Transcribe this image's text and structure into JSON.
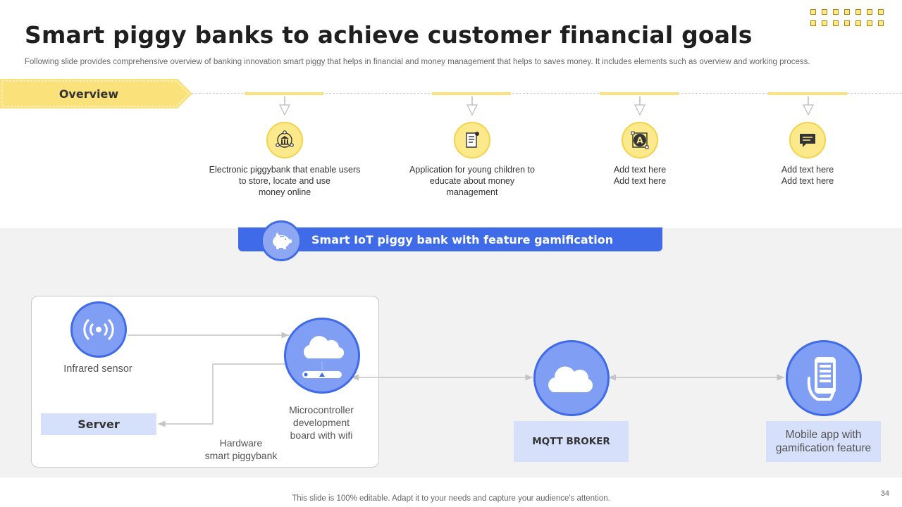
{
  "header": {
    "title": "Smart piggy banks to achieve customer financial goals",
    "subtitle": "Following slide provides comprehensive overview of banking innovation smart piggy that helps in financial and money management that helps to saves money. It includes elements such as overview and working process."
  },
  "overview": {
    "label": "Overview",
    "items": [
      {
        "icon": "bank-network-icon",
        "text": "Electronic piggybank that enable users to store, locate and use money online",
        "lines": [
          "Electronic piggybank that enable users",
          "to store, locate and use",
          "money online"
        ]
      },
      {
        "icon": "document-checklist-icon",
        "text": "Application for young children to educate about money management",
        "lines": [
          "Application for young children to",
          "educate about money",
          "management"
        ]
      },
      {
        "icon": "font-tool-icon",
        "text": "Add text here Add text here",
        "lines": [
          "Add text here",
          "Add text here"
        ]
      },
      {
        "icon": "chat-bubble-icon",
        "text": "Add text here Add text here",
        "lines": [
          "Add text here",
          "Add text here"
        ]
      }
    ]
  },
  "iot": {
    "title": "Smart IoT piggy bank with feature gamification",
    "title_icon": "piggy-bank-icon",
    "infrared_sensor": "Infrared sensor",
    "server": "Server",
    "microcontroller": [
      "Microcontroller",
      "development",
      "board with wifi"
    ],
    "hardware": [
      "Hardware",
      "smart piggybank"
    ],
    "mqtt": "MQTT BROKER",
    "mobile": [
      "Mobile app with",
      "gamification feature"
    ]
  },
  "footer": {
    "note": "This slide is 100% editable. Adapt it to your needs and capture your audience's attention.",
    "page_number": "34"
  },
  "colors": {
    "accent_yellow": "#fbe17a",
    "accent_blue": "#3f6ae8",
    "light_blue": "#7f9ef4",
    "pill_blue": "#d6e0fb",
    "band_gray": "#f2f2f2"
  }
}
